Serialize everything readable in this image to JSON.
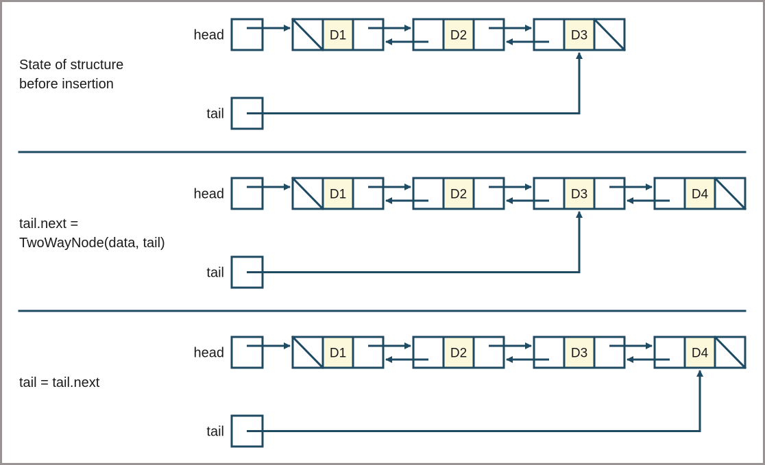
{
  "colors": {
    "stroke": "#1e4a63",
    "data_fill": "#fbf8dc",
    "frame": "#9a9393"
  },
  "panels": [
    {
      "description": [
        "State of structure",
        "before insertion"
      ],
      "head_label": "head",
      "tail_label": "tail",
      "nodes": [
        "D1",
        "D2",
        "D3"
      ],
      "tail_points_to": 2
    },
    {
      "description": [
        "tail.next =",
        "TwoWayNode(data, tail)"
      ],
      "head_label": "head",
      "tail_label": "tail",
      "nodes": [
        "D1",
        "D2",
        "D3",
        "D4"
      ],
      "tail_points_to": 2
    },
    {
      "description": [
        "tail = tail.next"
      ],
      "head_label": "head",
      "tail_label": "tail",
      "nodes": [
        "D1",
        "D2",
        "D3",
        "D4"
      ],
      "tail_points_to": 3
    }
  ]
}
